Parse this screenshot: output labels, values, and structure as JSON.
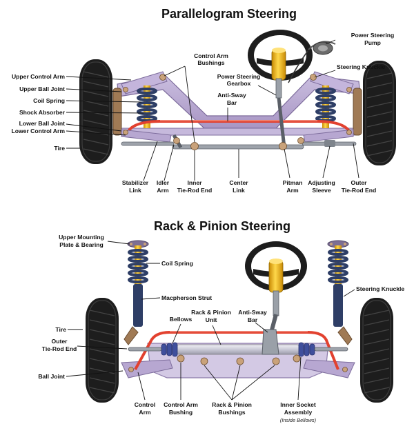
{
  "colors": {
    "frame": "#b7a6cf",
    "frame_dark": "#7f6c9e",
    "frame_light": "#d6cbe6",
    "tire": "#1f1f1f",
    "tread": "#3f3f3f",
    "rim": "#2c2c2c",
    "anti_sway": "#e2412f",
    "anti_sway_light": "#f39c89",
    "spring": "#2e3e66",
    "shock_yellow": "#efb10f",
    "wheel": "#f2f2f2",
    "bellows": "#3f4f9c",
    "rack_tube": "#cfcfd9",
    "bolt": "#caa27c",
    "steel": "#8a8f98"
  },
  "parallelogram": {
    "title": "Parallelogram Steering",
    "labels": {
      "upper_control_arm": "Upper Control Arm",
      "upper_ball_joint": "Upper Ball Joint",
      "coil_spring": "Coil Spring",
      "shock_absorber": "Shock Absorber",
      "lower_ball_joint": "Lower Ball Joint",
      "lower_control_arm": "Lower Control Arm",
      "tire": "Tire",
      "control_arm_bushings_1": "Control Arm",
      "control_arm_bushings_2": "Bushings",
      "power_steering_gearbox_1": "Power Steering",
      "power_steering_gearbox_2": "Gearbox",
      "anti_sway_bar_1": "Anti-Sway",
      "anti_sway_bar_2": "Bar",
      "power_steering_pump_1": "Power Steering",
      "power_steering_pump_2": "Pump",
      "steering_knuckle": "Steering Knuckle",
      "stabilizer_link_1": "Stabilizer",
      "stabilizer_link_2": "Link",
      "idler_arm_1": "Idler",
      "idler_arm_2": "Arm",
      "inner_tie_rod_end_1": "Inner",
      "inner_tie_rod_end_2": "Tie-Rod End",
      "center_link_1": "Center",
      "center_link_2": "Link",
      "pitman_arm_1": "Pitman",
      "pitman_arm_2": "Arm",
      "adjusting_sleeve_1": "Adjusting",
      "adjusting_sleeve_2": "Sleeve",
      "outer_tie_rod_end_1": "Outer",
      "outer_tie_rod_end_2": "Tie-Rod End"
    }
  },
  "rack_pinion": {
    "title": "Rack & Pinion Steering",
    "labels": {
      "upper_mounting_plate_1": "Upper Mounting",
      "upper_mounting_plate_2": "Plate & Bearing",
      "coil_spring": "Coil Spring",
      "macpherson_strut": "Macpherson Strut",
      "tire": "Tire",
      "outer_tie_rod_end_1": "Outer",
      "outer_tie_rod_end_2": "Tie-Rod End",
      "ball_joint": "Ball Joint",
      "bellows": "Bellows",
      "rack_pinion_unit_1": "Rack & Pinion",
      "rack_pinion_unit_2": "Unit",
      "anti_sway_bar_1": "Anti-Sway",
      "anti_sway_bar_2": "Bar",
      "steering_knuckle": "Steering Knuckle",
      "control_arm_1": "Control",
      "control_arm_2": "Arm",
      "control_arm_bushing_1": "Control Arm",
      "control_arm_bushing_2": "Bushing",
      "rack_pinion_bushings_1": "Rack & Pinion",
      "rack_pinion_bushings_2": "Bushings",
      "inner_socket_assembly_1": "Inner Socket",
      "inner_socket_assembly_2": "Assembly",
      "inner_socket_assembly_3": "(Inside Bellows)"
    }
  }
}
